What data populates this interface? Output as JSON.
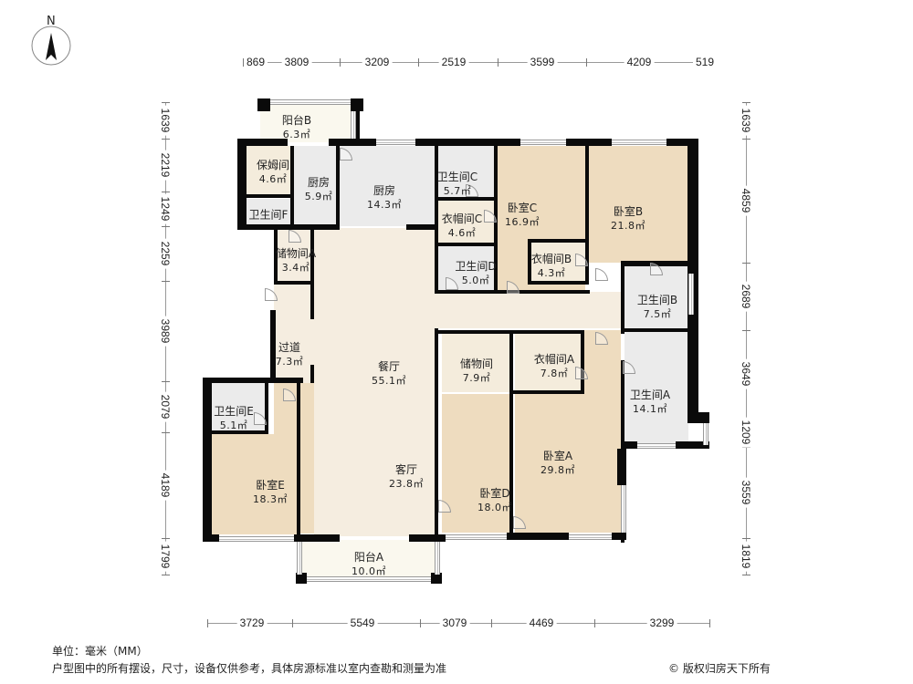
{
  "compass": {
    "label": "N"
  },
  "colors": {
    "living": "#f5ede0",
    "bedroom": "#eedcbf",
    "bathroom": "#ebebeb",
    "storage": "#f4ecdc",
    "wall": "#0a0a0a",
    "balcony": "#faf8ee"
  },
  "rooms": {
    "balcony_b": {
      "name": "阳台B",
      "area": "6.3㎡"
    },
    "nanny": {
      "name": "保姆间",
      "area": "4.6㎡"
    },
    "kitchen_small": {
      "name": "厨房",
      "area": "5.9㎡"
    },
    "kitchen": {
      "name": "厨房",
      "area": "14.3㎡"
    },
    "bath_f": {
      "name": "卫生间F",
      "area": ""
    },
    "bath_c": {
      "name": "卫生间C",
      "area": "5.7㎡"
    },
    "closet_c": {
      "name": "衣帽间C",
      "area": "4.6㎡"
    },
    "bath_d": {
      "name": "卫生间D",
      "area": "5.0㎡"
    },
    "bedroom_c": {
      "name": "卧室C",
      "area": "16.9㎡"
    },
    "closet_b": {
      "name": "衣帽间B",
      "area": "4.3㎡"
    },
    "bedroom_b": {
      "name": "卧室B",
      "area": "21.8㎡"
    },
    "bath_b": {
      "name": "卫生间B",
      "area": "7.5㎡"
    },
    "storage_a": {
      "name": "储物间A",
      "area": "3.4㎡"
    },
    "corridor": {
      "name": "过道",
      "area": "7.3㎡"
    },
    "dining": {
      "name": "餐厅",
      "area": "55.1㎡"
    },
    "storage": {
      "name": "储物间",
      "area": "7.9㎡"
    },
    "closet_a": {
      "name": "衣帽间A",
      "area": "7.8㎡"
    },
    "bath_a": {
      "name": "卫生间A",
      "area": "14.1㎡"
    },
    "bath_e": {
      "name": "卫生间E",
      "area": "5.1㎡"
    },
    "living": {
      "name": "客厅",
      "area": "23.8㎡"
    },
    "bedroom_e": {
      "name": "卧室E",
      "area": "18.3㎡"
    },
    "bedroom_d": {
      "name": "卧室D",
      "area": "18.0㎡"
    },
    "bedroom_a": {
      "name": "卧室A",
      "area": "29.8㎡"
    },
    "balcony_a": {
      "name": "阳台A",
      "area": "10.0㎡"
    }
  },
  "dimensions": {
    "top": [
      "869",
      "3809",
      "3209",
      "2519",
      "3599",
      "4209",
      "519"
    ],
    "bottom": [
      "3729",
      "5549",
      "3079",
      "4469",
      "3299"
    ],
    "left": [
      "1639",
      "2219",
      "1249",
      "2259",
      "3989",
      "2079",
      "4189",
      "1799"
    ],
    "right": [
      "1639",
      "4859",
      "2689",
      "3649",
      "1209",
      "3559",
      "1819"
    ]
  },
  "footer": {
    "unit": "单位：毫米（MM）",
    "disclaimer": "户型图中的所有摆设，尺寸，设备仅供参考，具体房源标准以室内查勘和测量为准",
    "copyright": "© 版权归房天下所有"
  }
}
